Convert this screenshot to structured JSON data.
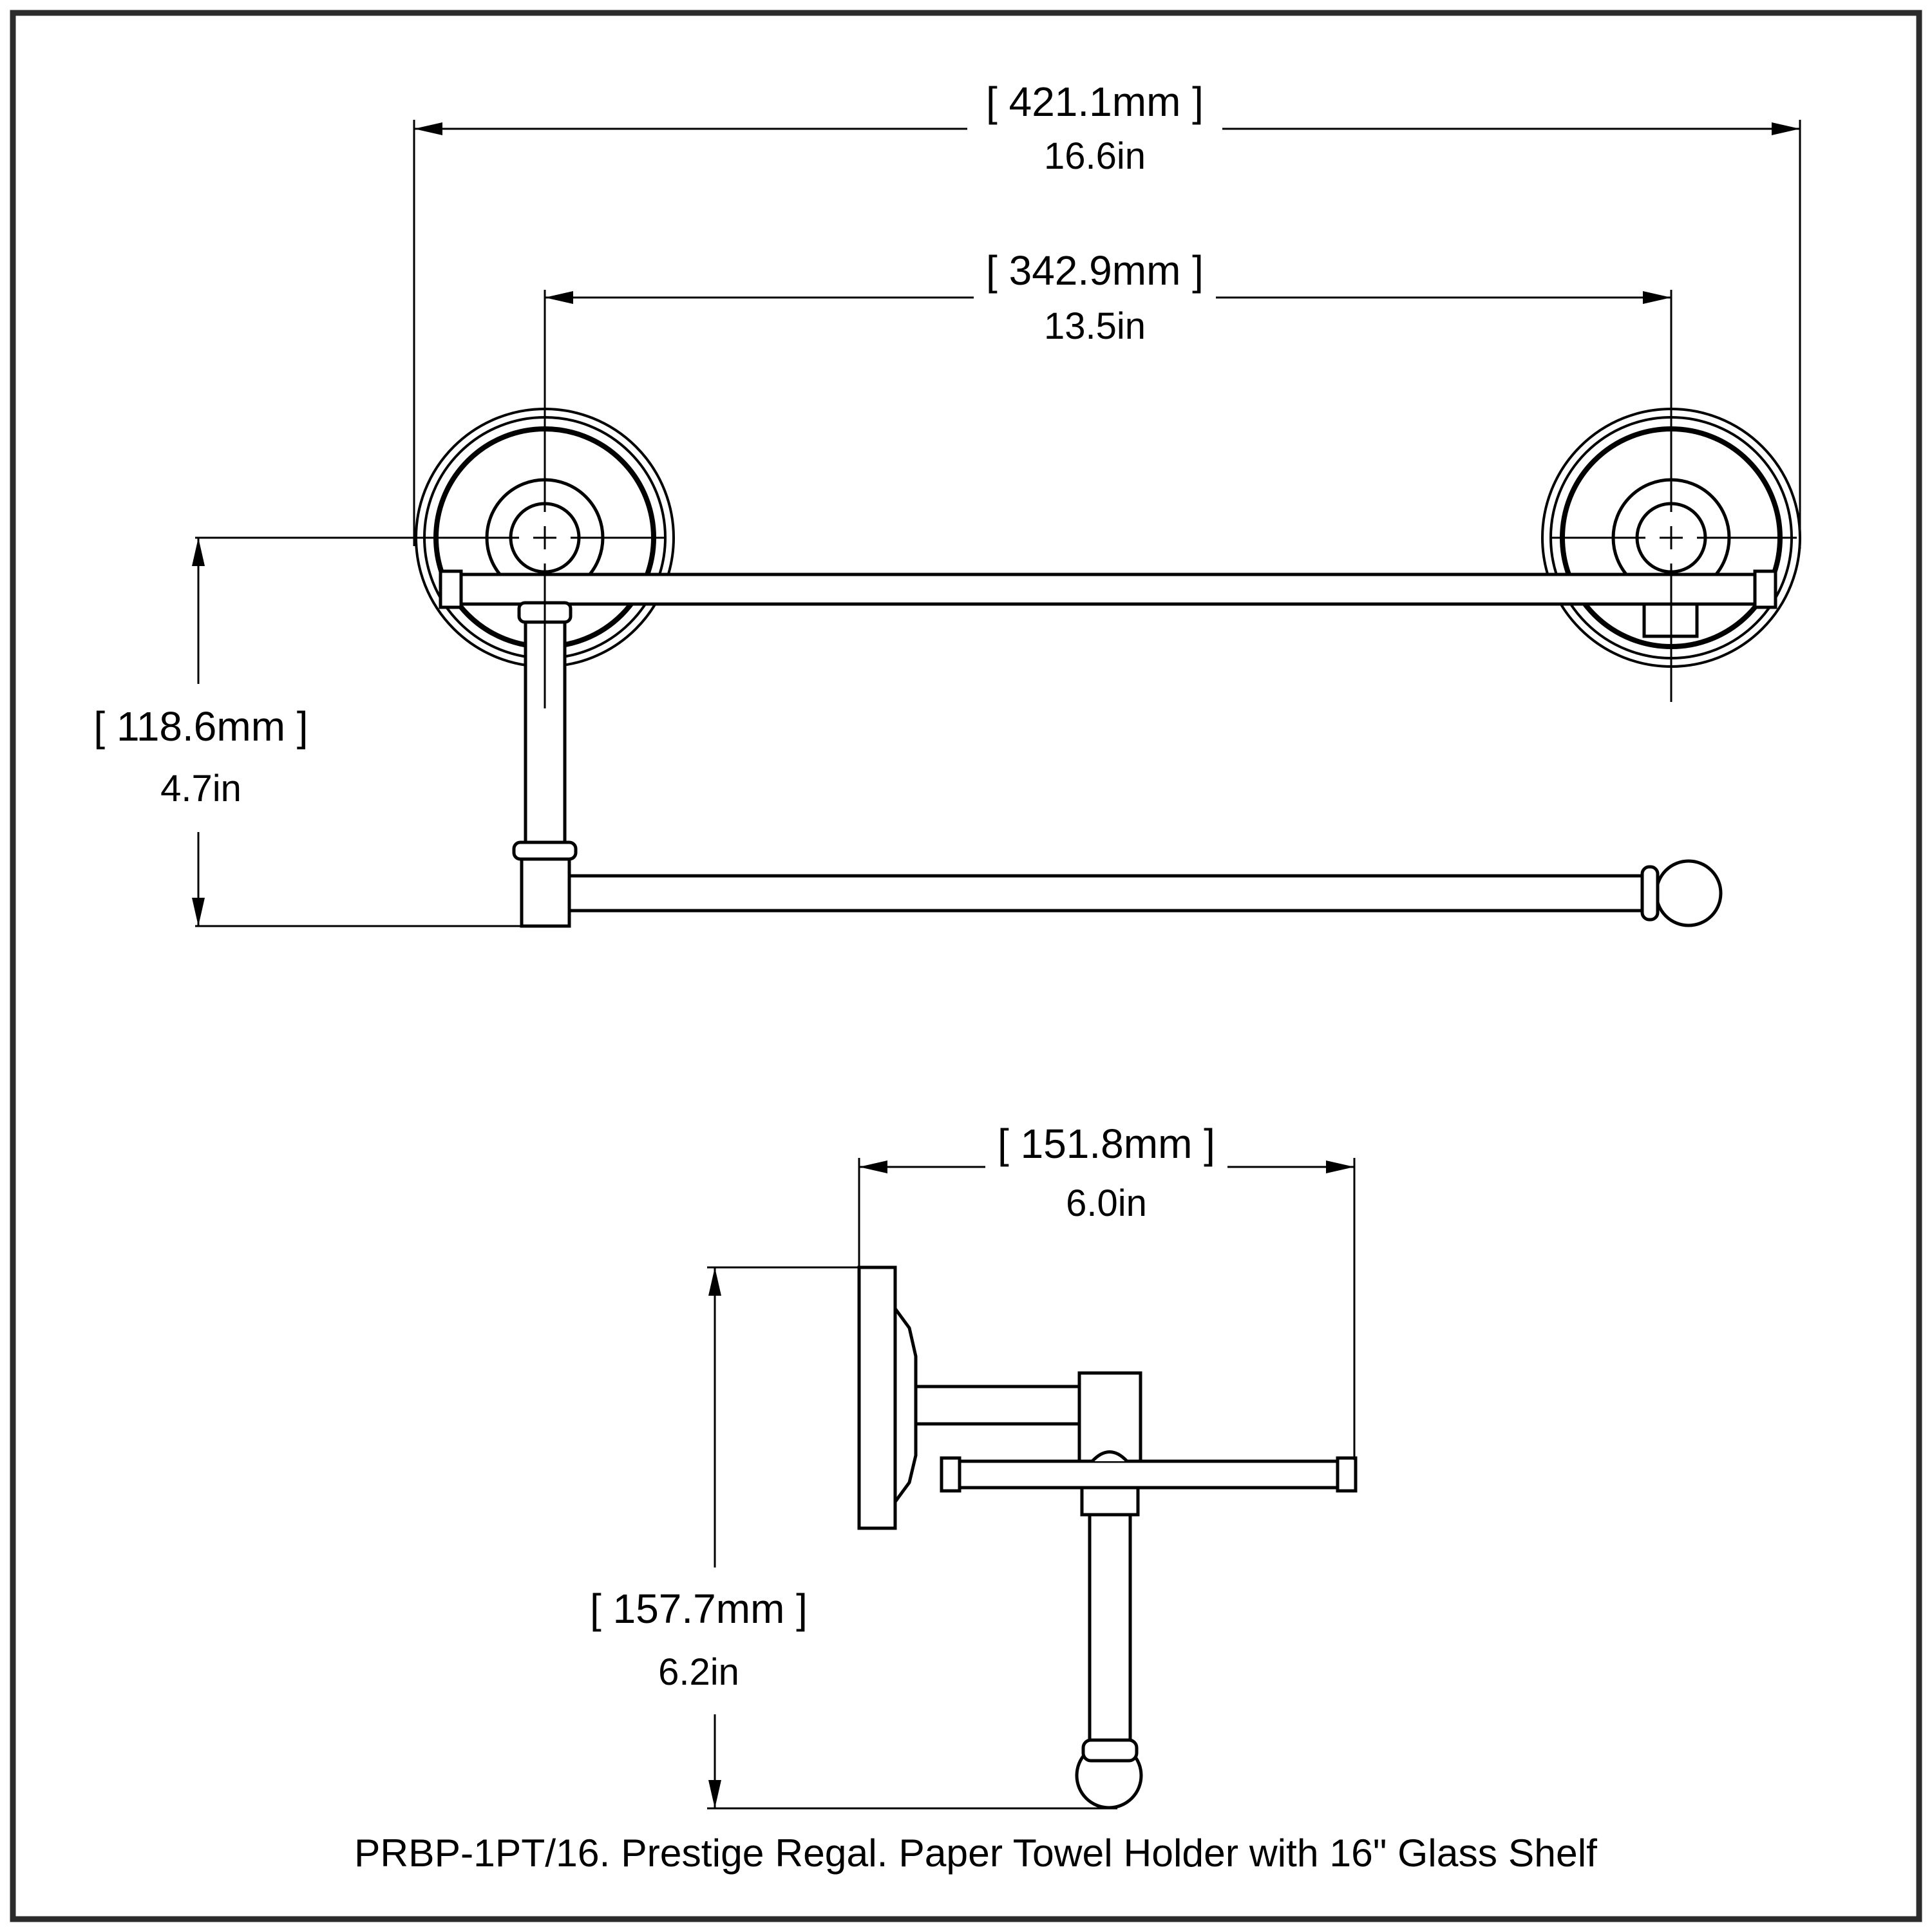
{
  "page": {
    "background": "#ffffff",
    "border_color": "#2b2b2b",
    "line_color": "#000000"
  },
  "caption": "PRBP-1PT/16. Prestige Regal. Paper Towel Holder with 16\" Glass Shelf",
  "front_view": {
    "overall_width": {
      "metric": "[ 421.1mm ]",
      "imperial": "16.6in"
    },
    "post_spacing": {
      "metric": "[ 342.9mm ]",
      "imperial": "13.5in"
    },
    "drop_height": {
      "metric": "[ 118.6mm ]",
      "imperial": "4.7in"
    }
  },
  "side_view": {
    "projection_depth": {
      "metric": "[ 151.8mm ]",
      "imperial": "6.0in"
    },
    "overall_height": {
      "metric": "[ 157.7mm ]",
      "imperial": "6.2in"
    }
  }
}
